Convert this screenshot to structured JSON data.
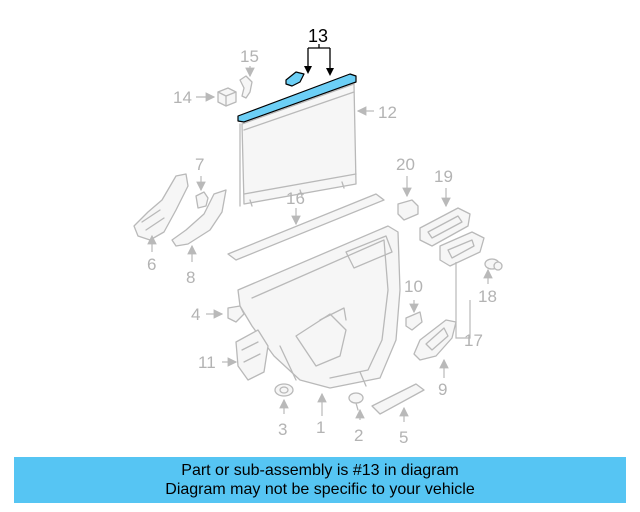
{
  "diagram": {
    "highlight_color": "#6ccff6",
    "banner_color": "#56c5f3",
    "callouts": {
      "c1": "1",
      "c2": "2",
      "c3": "3",
      "c4": "4",
      "c5": "5",
      "c6": "6",
      "c7": "7",
      "c8": "8",
      "c9": "9",
      "c10": "10",
      "c11": "11",
      "c12": "12",
      "c13": "13",
      "c14": "14",
      "c15": "15",
      "c16": "16",
      "c17": "17",
      "c18": "18",
      "c19": "19",
      "c20": "20"
    }
  },
  "banner": {
    "line1": "Part or sub-assembly is #13 in diagram",
    "line2": "Diagram may not be specific to your vehicle"
  }
}
